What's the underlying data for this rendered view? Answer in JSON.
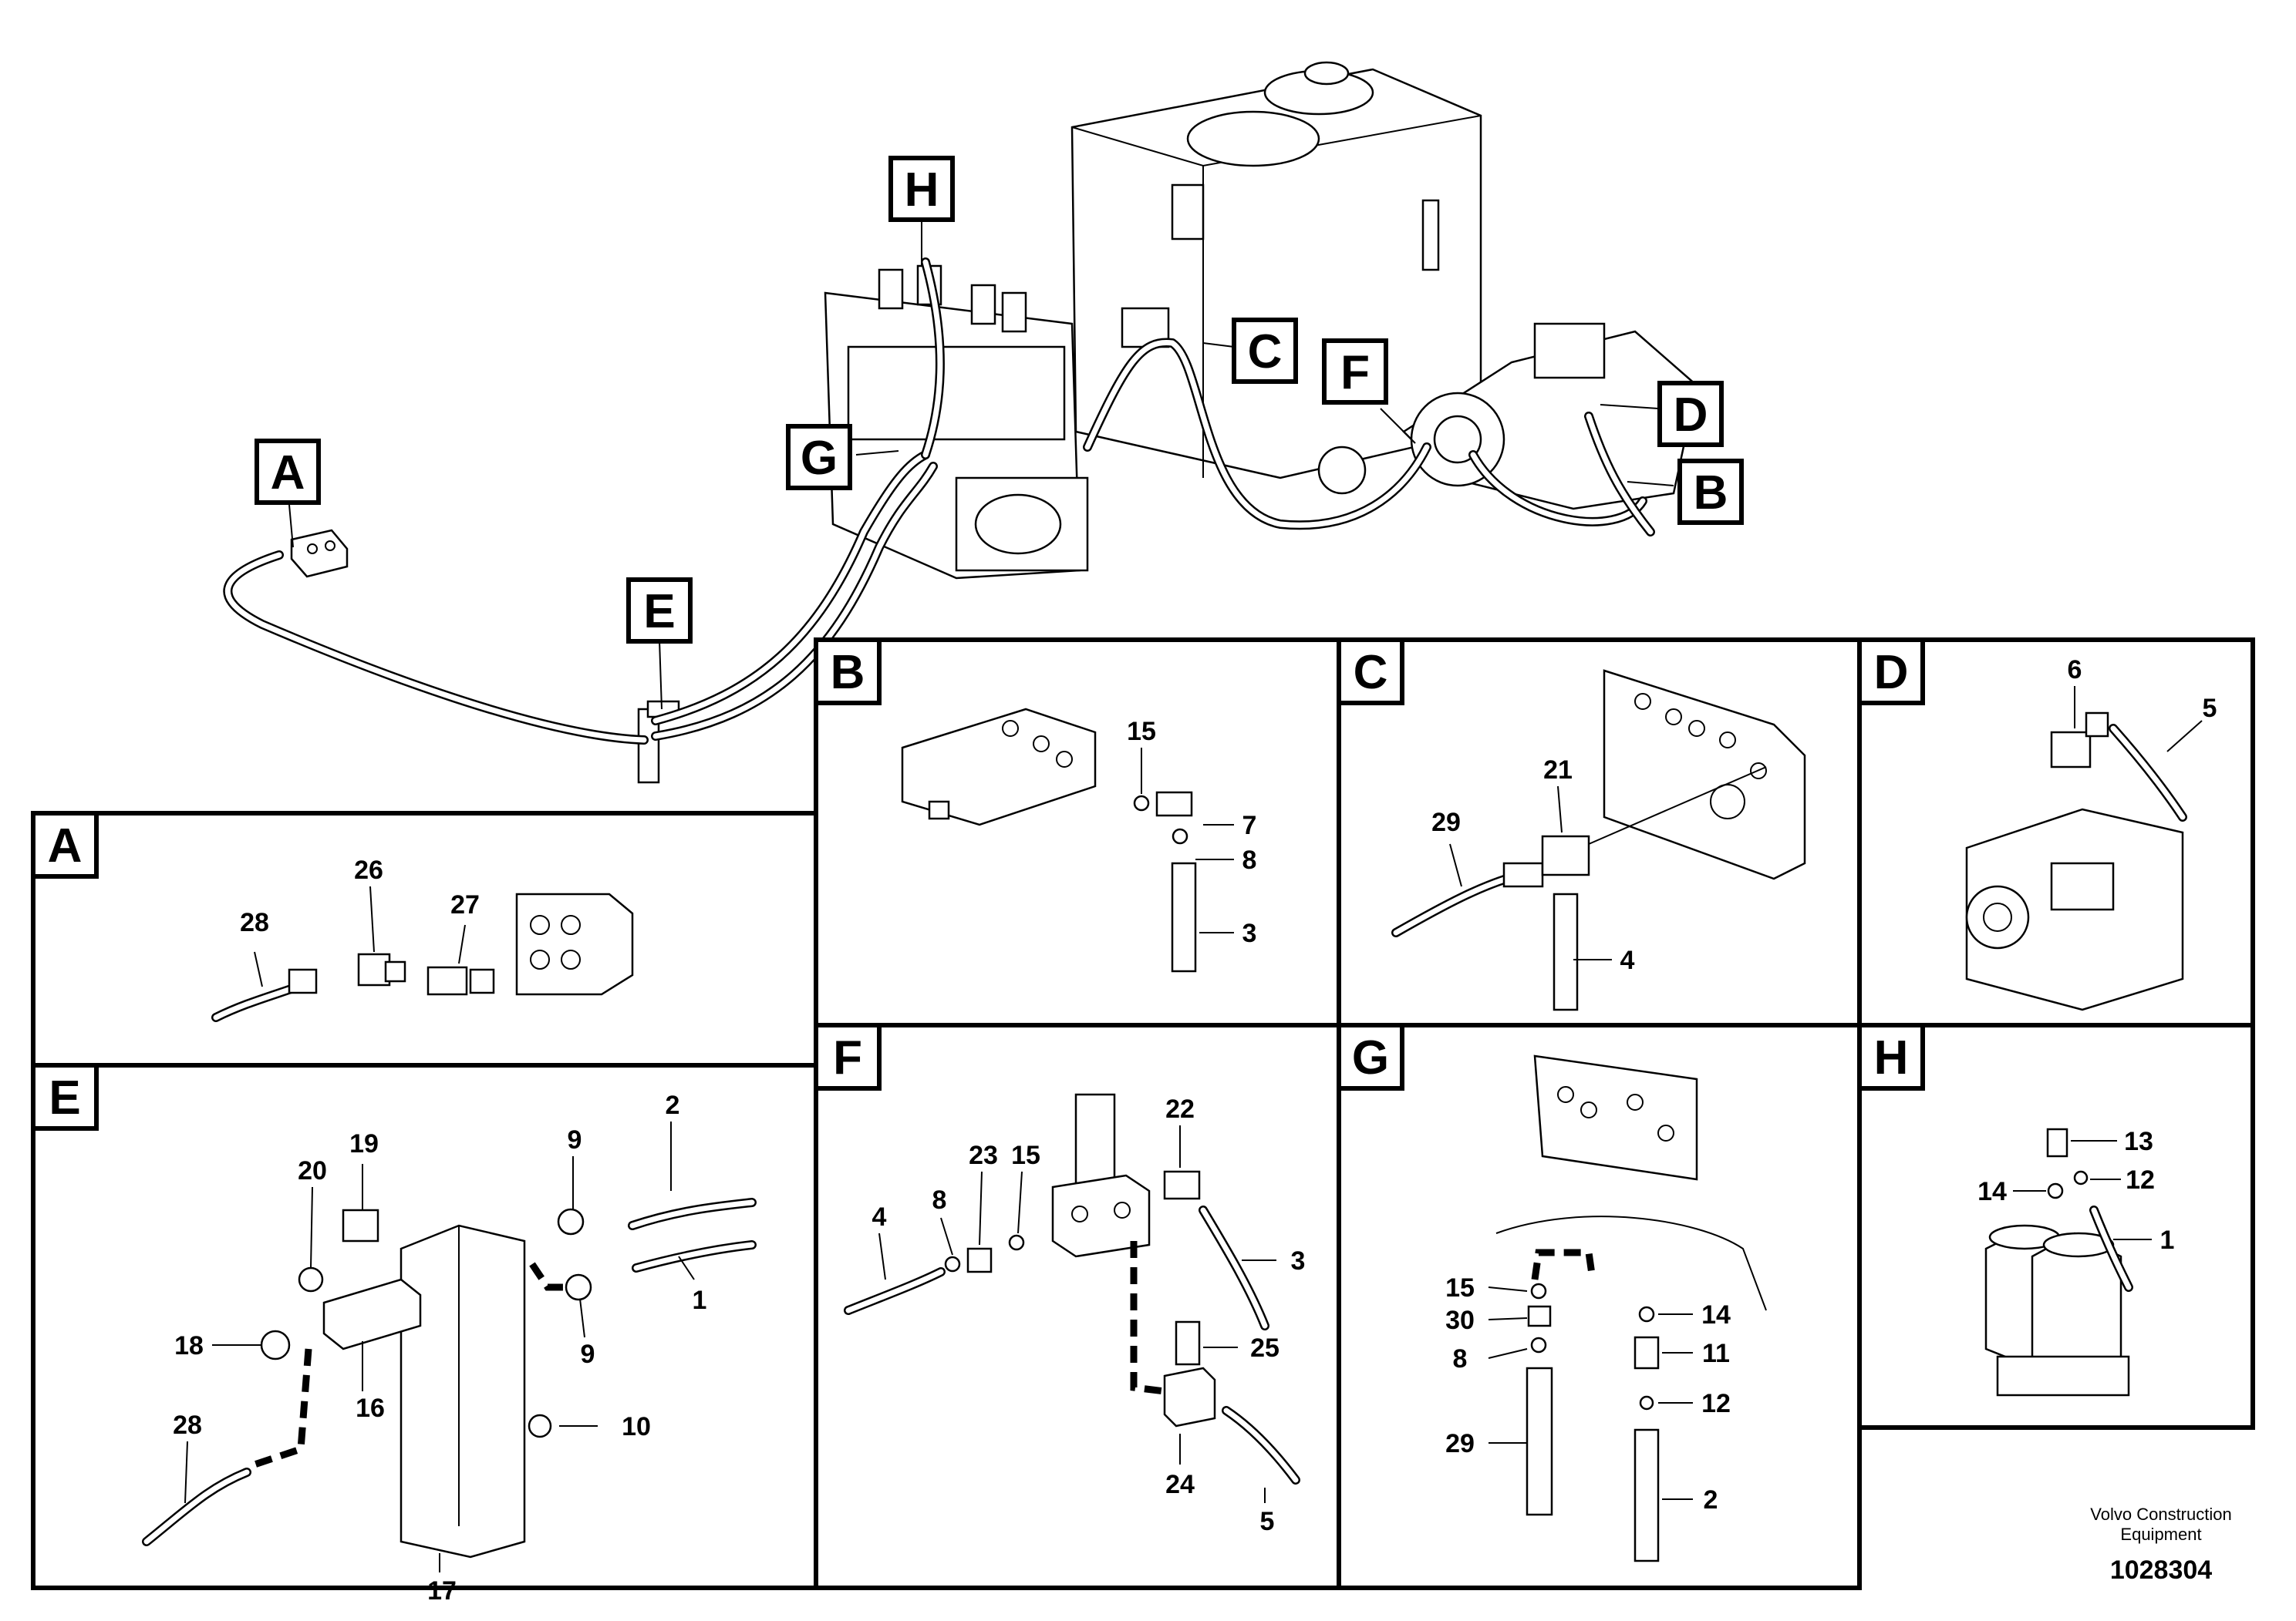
{
  "main_view": {
    "callouts": [
      "A",
      "B",
      "C",
      "D",
      "E",
      "F",
      "G",
      "H"
    ]
  },
  "panels": {
    "A": {
      "title": "A",
      "parts": [
        "28",
        "26",
        "27"
      ]
    },
    "B": {
      "title": "B",
      "parts": [
        "15",
        "7",
        "8",
        "3"
      ]
    },
    "C": {
      "title": "C",
      "parts": [
        "29",
        "21",
        "4"
      ]
    },
    "D": {
      "title": "D",
      "parts": [
        "6",
        "5"
      ]
    },
    "E": {
      "title": "E",
      "parts": [
        "20",
        "19",
        "18",
        "16",
        "28",
        "9",
        "2",
        "9",
        "1",
        "10",
        "17"
      ]
    },
    "F": {
      "title": "F",
      "parts": [
        "4",
        "8",
        "23",
        "15",
        "22",
        "3",
        "25",
        "24",
        "5"
      ]
    },
    "G": {
      "title": "G",
      "parts": [
        "15",
        "30",
        "8",
        "29",
        "14",
        "11",
        "12",
        "2"
      ]
    },
    "H": {
      "title": "H",
      "parts": [
        "13",
        "14",
        "12",
        "1"
      ]
    }
  },
  "footer": {
    "company_line1": "Volvo Construction",
    "company_line2": "Equipment",
    "drawing_number": "1028304"
  }
}
